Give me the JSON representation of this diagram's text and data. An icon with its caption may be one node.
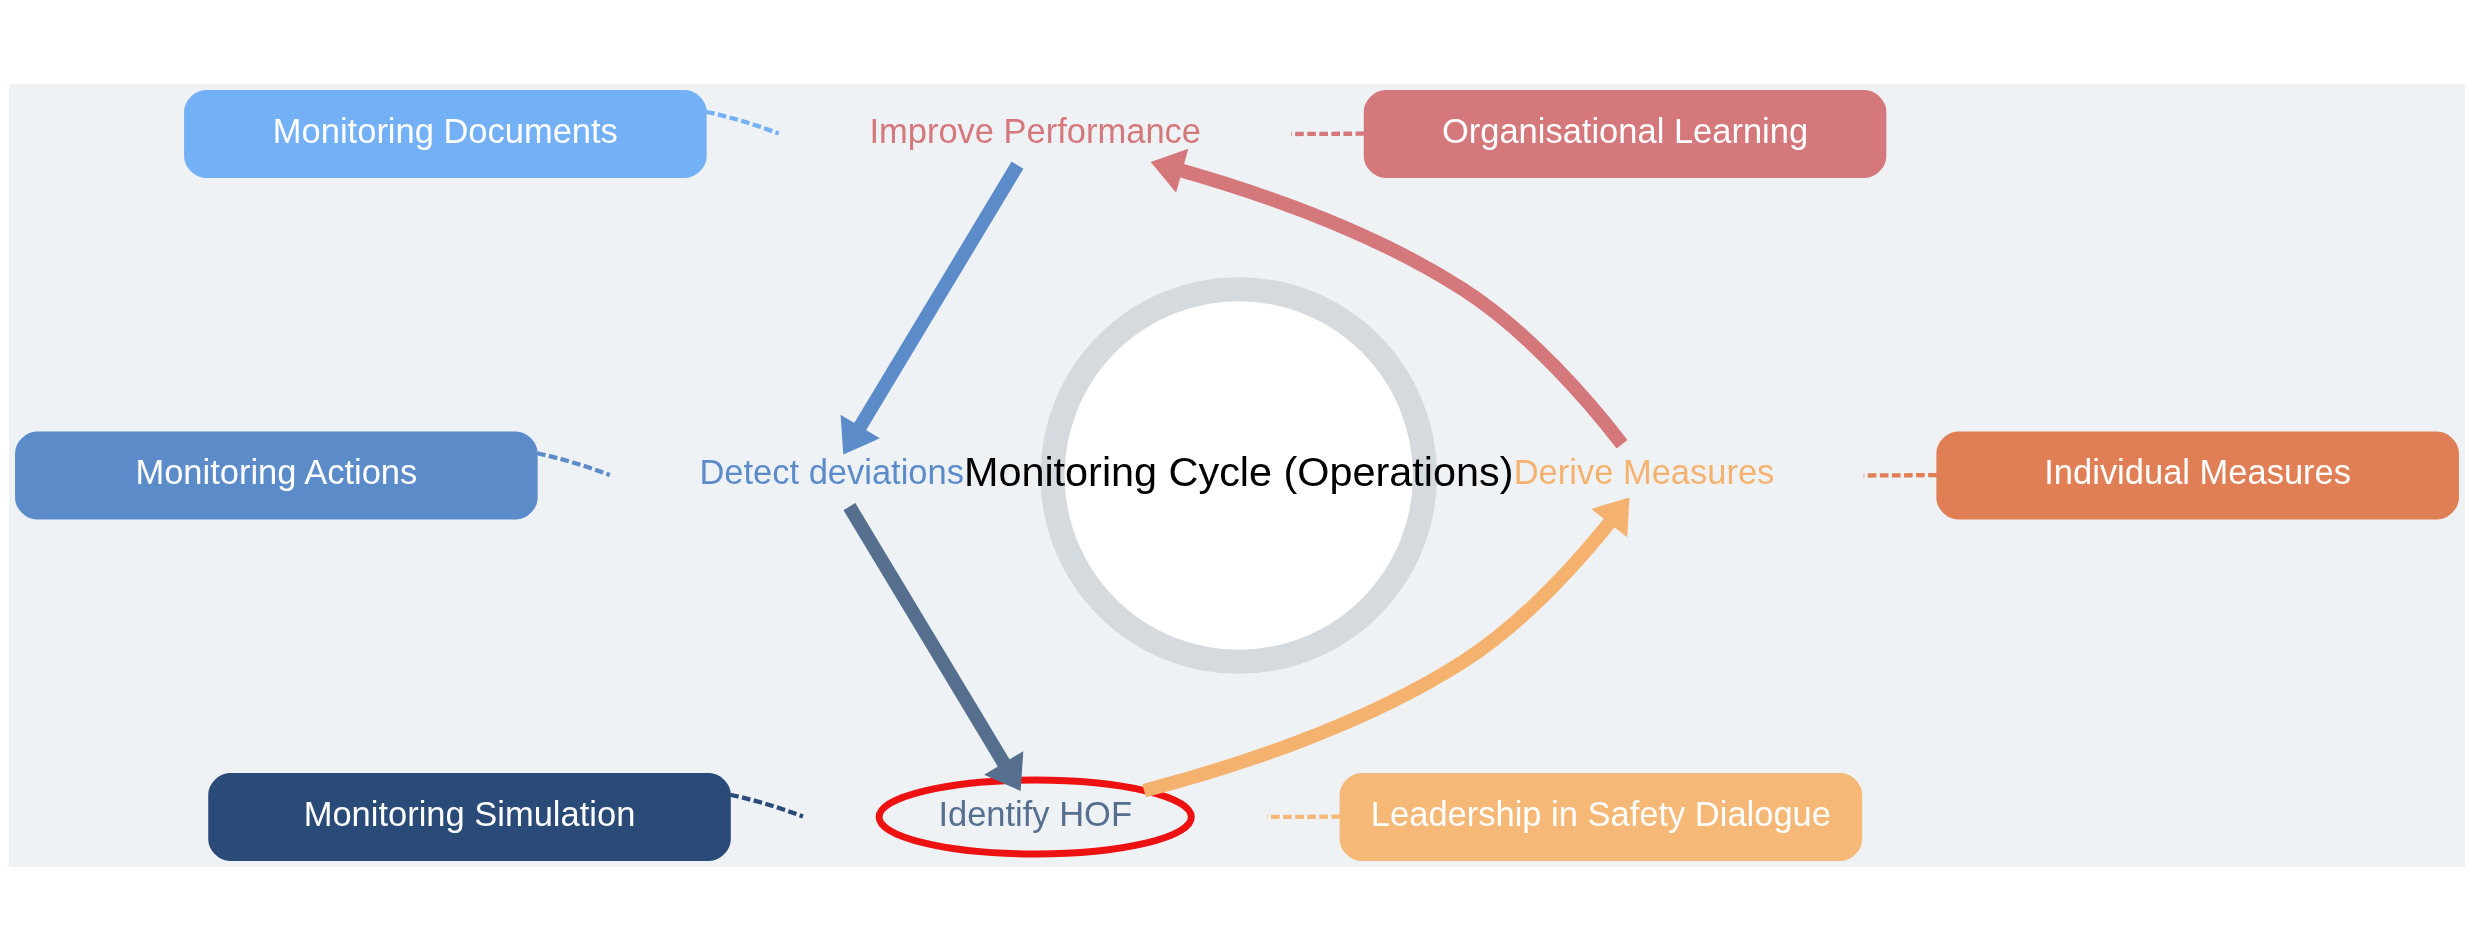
{
  "diagram": {
    "nodes": [
      {
        "text": [
          "Monitoring Cycle (Operations)"
        ]
      },
      {
        "text": [
          "Improve Performance"
        ]
      },
      {
        "text": [
          "Detect deviations"
        ]
      },
      {
        "text": [
          "Identify HOF"
        ]
      },
      {
        "text": [
          "Derive Measures"
        ]
      },
      {
        "text": [
          "Monitoring Documents"
        ]
      },
      {
        "text": [
          "Monitoring Actions"
        ]
      },
      {
        "text": [
          "Monitoring Simulation"
        ]
      },
      {
        "text": [
          "Organisational Learning"
        ]
      },
      {
        "text": [
          "Individual Measures"
        ]
      },
      {
        "text": [
          "Leadership in Safety Dialogue"
        ]
      }
    ],
    "edges": [
      {
        "from": 1,
        "to": 2,
        "arrow": "to",
        "style": "thick",
        "color": "#5b8bc9"
      },
      {
        "from": 2,
        "to": 3,
        "arrow": "to",
        "style": "thick",
        "color": "#566f8f"
      },
      {
        "from": 3,
        "to": 4,
        "arrow": "to",
        "style": "thick",
        "color": "#f5b26f"
      },
      {
        "from": 4,
        "to": 1,
        "arrow": "to",
        "style": "thick",
        "color": "#d4787c"
      },
      {
        "from": 5,
        "to": null,
        "arrow": "none",
        "style": "dashed",
        "color": "#74b0f5"
      },
      {
        "from": 6,
        "to": null,
        "arrow": "none",
        "style": "dashed",
        "color": "#5b8bc9"
      },
      {
        "from": 7,
        "to": null,
        "arrow": "none",
        "style": "dashed",
        "color": "#2a4a78"
      },
      {
        "from": 8,
        "to": null,
        "arrow": "none",
        "style": "dashed",
        "color": "#d4787c"
      },
      {
        "from": 9,
        "to": null,
        "arrow": "none",
        "style": "dashed",
        "color": "#e07f55"
      },
      {
        "from": 10,
        "to": null,
        "arrow": "none",
        "style": "dashed",
        "color": "#f5b876"
      }
    ]
  }
}
